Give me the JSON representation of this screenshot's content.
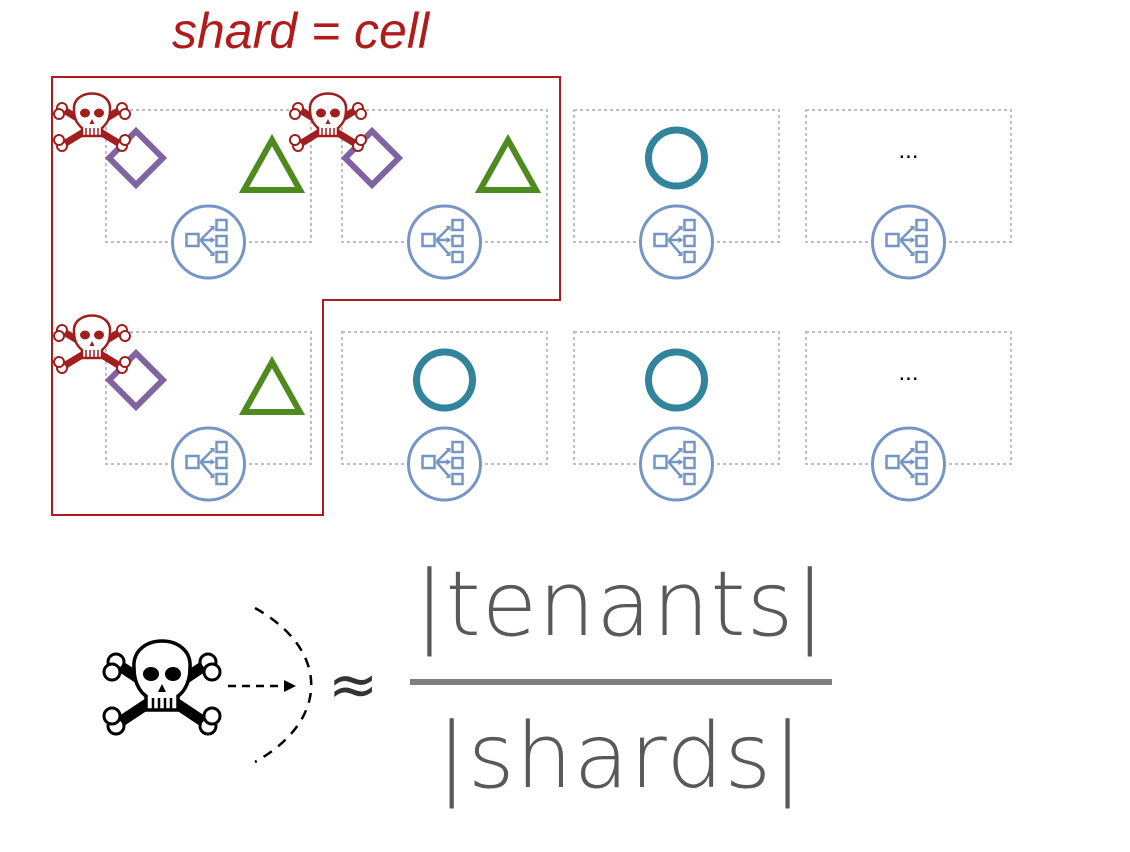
{
  "title": "shard = cell",
  "cells": [
    {
      "shape": "diamond-triangle",
      "poisoned": true,
      "label": ""
    },
    {
      "shape": "diamond-triangle",
      "poisoned": true,
      "label": ""
    },
    {
      "shape": "circle",
      "poisoned": false,
      "label": ""
    },
    {
      "shape": "none",
      "poisoned": false,
      "label": "..."
    },
    {
      "shape": "diamond-triangle",
      "poisoned": true,
      "label": ""
    },
    {
      "shape": "circle",
      "poisoned": false,
      "label": ""
    },
    {
      "shape": "circle",
      "poisoned": false,
      "label": ""
    },
    {
      "shape": "none",
      "poisoned": false,
      "label": "..."
    }
  ],
  "formula": {
    "approx_symbol": "≈",
    "numerator": "|tenants|",
    "denominator": "|shards|"
  },
  "colors": {
    "shard_outline": "#b01c1c",
    "cell_border": "#bfbfbf",
    "diamond": "#8064a2",
    "triangle": "#4f8a1e",
    "circle": "#31849b",
    "router": "#7595c4",
    "skull_red": "#a01e1e",
    "skull_black": "#000000",
    "formula_text": "#595959"
  },
  "icons": {
    "poison": "skull-crossbones-icon",
    "router": "load-balancer-icon"
  }
}
